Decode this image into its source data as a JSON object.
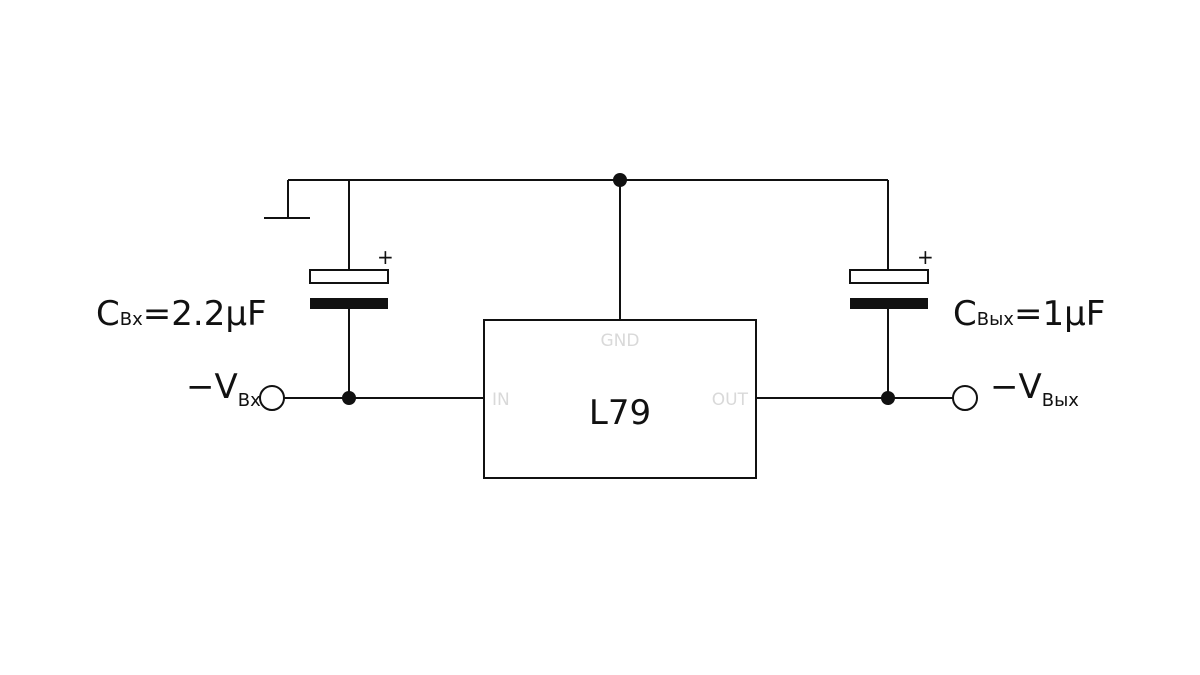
{
  "regulator": {
    "name": "L79",
    "pin_gnd": "GND",
    "pin_in": "IN",
    "pin_out": "OUT"
  },
  "input_capacitor": {
    "symbol": "C",
    "subscript": "Bx",
    "value_text": "=2.2μF",
    "polarity": "+"
  },
  "output_capacitor": {
    "symbol": "C",
    "subscript": "Вых",
    "value_text": "=1μF",
    "polarity": "+"
  },
  "input_terminal": {
    "prefix": "−V",
    "subscript": "Bx"
  },
  "output_terminal": {
    "prefix": "−V",
    "subscript": "Вых"
  }
}
